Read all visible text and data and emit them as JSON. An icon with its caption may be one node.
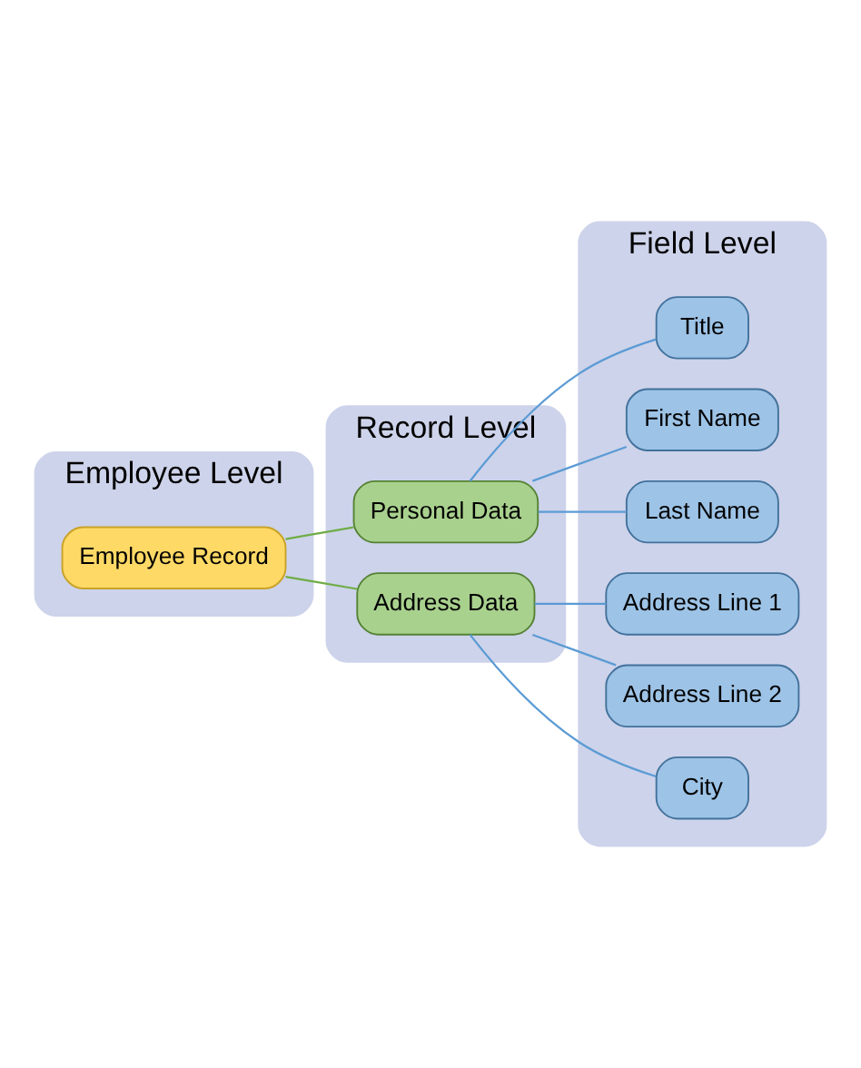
{
  "diagram": {
    "nodes": [
      {
        "text": [
          "Employee Level"
        ]
      },
      {
        "text": [
          "Employee Record"
        ],
        "in": 0
      },
      {
        "text": [
          "Record Level"
        ]
      },
      {
        "text": [
          "Personal Data"
        ],
        "in": 2
      },
      {
        "text": [
          "Address Data"
        ],
        "in": 2
      },
      {
        "text": [
          "Field Level"
        ]
      },
      {
        "text": [
          "Title"
        ],
        "in": 5
      },
      {
        "text": [
          "First Name"
        ],
        "in": 5
      },
      {
        "text": [
          "Last Name"
        ],
        "in": 5
      },
      {
        "text": [
          "Address Line 1"
        ],
        "in": 5
      },
      {
        "text": [
          "Address Line 2"
        ],
        "in": 5
      },
      {
        "text": [
          "City"
        ],
        "in": 5
      }
    ],
    "edges": [
      {
        "from": 1,
        "to": 3,
        "arrow": "none",
        "color": "#70ad47"
      },
      {
        "from": 1,
        "to": 4,
        "arrow": "none",
        "color": "#70ad47"
      },
      {
        "from": 3,
        "to": 6,
        "arrow": "none"
      },
      {
        "from": 3,
        "to": 7,
        "arrow": "none"
      },
      {
        "from": 3,
        "to": 8,
        "arrow": "none"
      },
      {
        "from": 4,
        "to": 9,
        "arrow": "none"
      },
      {
        "from": 4,
        "to": 10,
        "arrow": "none"
      },
      {
        "from": 4,
        "to": 11,
        "arrow": "none"
      }
    ]
  }
}
